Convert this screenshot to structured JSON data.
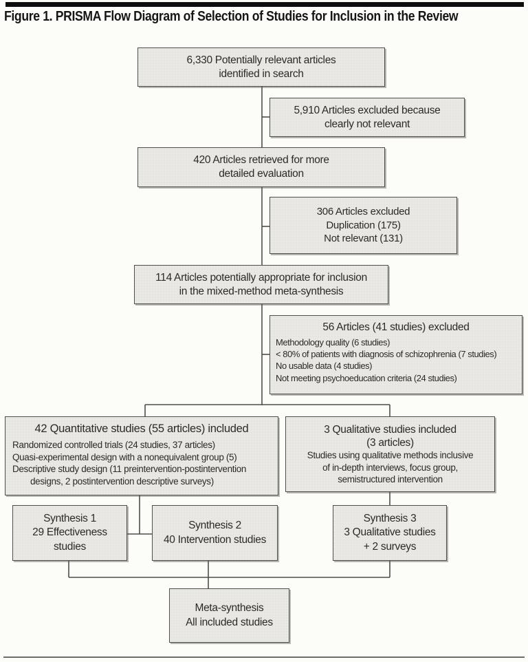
{
  "figure": {
    "title": "Figure 1. PRISMA Flow Diagram of Selection of Studies for Inclusion in the Review"
  },
  "colors": {
    "background": "#fcfcf9",
    "box_fill": "#e9e8e4",
    "box_border": "#4e4c48",
    "connector": "#4e4c48",
    "top_rule": "#0e0e0e",
    "bottom_rule": "#6d6d68",
    "text": "#2b2a28"
  },
  "boxes": {
    "identified": {
      "lines": [
        "6,330 Potentially relevant articles",
        "identified in search"
      ]
    },
    "excluded_search": {
      "lines": [
        "5,910 Articles excluded because",
        "clearly not relevant"
      ]
    },
    "retrieved": {
      "lines": [
        "420 Articles retrieved for more",
        "detailed evaluation"
      ]
    },
    "excluded_dup": {
      "lines": [
        "306 Articles excluded",
        "Duplication (175)",
        "Not relevant (131)"
      ]
    },
    "appropriate": {
      "lines": [
        "114 Articles potentially appropriate for inclusion",
        "in the mixed-method meta-synthesis"
      ]
    },
    "excluded_criteria": {
      "header": "56 Articles (41 studies) excluded",
      "items": [
        "Methodology quality (6 studies)",
        "< 80% of patients with diagnosis of schizophrenia (7 studies)",
        "No usable data (4 studies)",
        "Not meeting psychoeducation criteria (24 studies)"
      ]
    },
    "quantitative": {
      "header": "42 Quantitative studies (55 articles) included",
      "items": [
        "Randomized controlled trials (24 studies, 37 articles)",
        "Quasi-experimental design with a nonequivalent group (5)",
        "Descriptive study design (11 preintervention-postintervention designs, 2 postintervention descriptive surveys)"
      ]
    },
    "qualitative": {
      "header_lines": [
        "3 Qualitative studies included",
        "(3 articles)"
      ],
      "lines": [
        "Studies using qualitative methods inclusive",
        "of in-depth interviews, focus group,",
        "semistructured intervention"
      ]
    },
    "synthesis1": {
      "lines": [
        "Synthesis 1",
        "29 Effectiveness",
        "studies"
      ]
    },
    "synthesis2": {
      "lines": [
        "Synthesis 2",
        "40 Intervention studies"
      ]
    },
    "synthesis3": {
      "lines": [
        "Synthesis 3",
        "3 Qualitative studies",
        "+ 2 surveys"
      ]
    },
    "meta": {
      "lines": [
        "Meta-synthesis",
        "All included studies"
      ]
    }
  }
}
